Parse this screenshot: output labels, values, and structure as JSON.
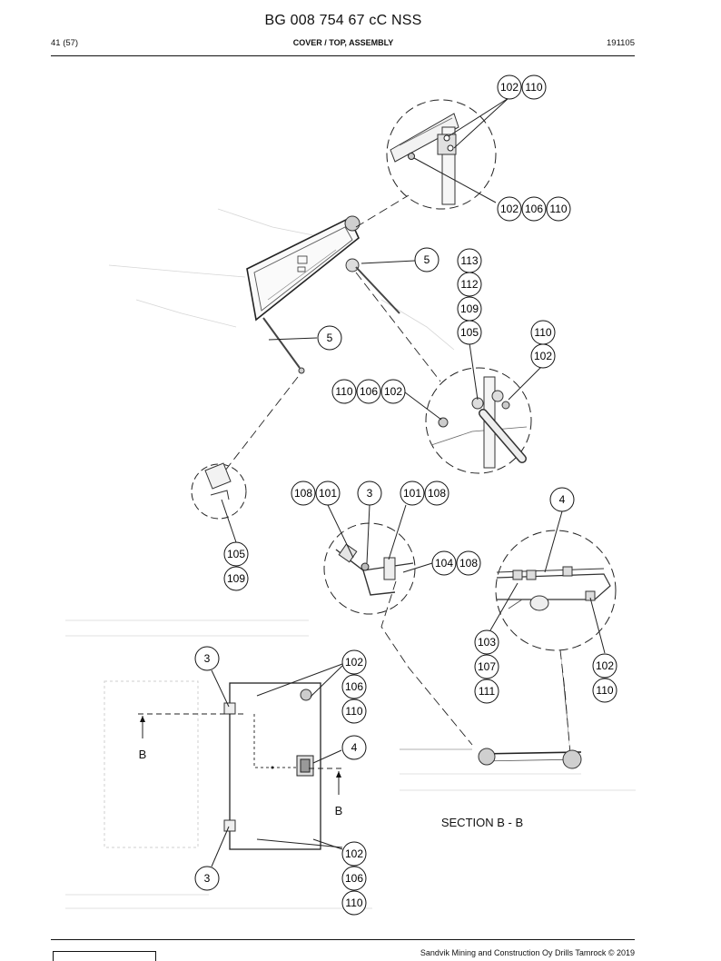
{
  "header": {
    "doc_number": "BG 008 754 67 cC NSS",
    "page": "41 (57)",
    "section_title": "COVER / TOP, ASSEMBLY",
    "date_code": "191105"
  },
  "labels": {
    "section_b": "B",
    "section_caption": "SECTION B - B"
  },
  "callouts": {
    "d1": [
      "102",
      "110"
    ],
    "d2": [
      "102",
      "106",
      "110"
    ],
    "cover_5": "5",
    "col_a": [
      "113",
      "112",
      "109",
      "105"
    ],
    "col_b": [
      "110",
      "102"
    ],
    "arm_5": "5",
    "d3": [
      "110",
      "106",
      "102"
    ],
    "d4": [
      "105",
      "109"
    ],
    "s1": [
      "108",
      "101"
    ],
    "s2": "3",
    "s3": [
      "101",
      "108"
    ],
    "s4": [
      "104",
      "108"
    ],
    "s5": "4",
    "s6": [
      "103",
      "107",
      "111"
    ],
    "s7": [
      "102",
      "110"
    ],
    "v1": "3",
    "v2": [
      "102",
      "106",
      "110"
    ],
    "v3": "4",
    "v4": [
      "102",
      "106",
      "110"
    ],
    "v5": "3"
  },
  "footer": {
    "copyright": "Sandvik Mining and Construction Oy Drills Tamrock © 2019"
  }
}
